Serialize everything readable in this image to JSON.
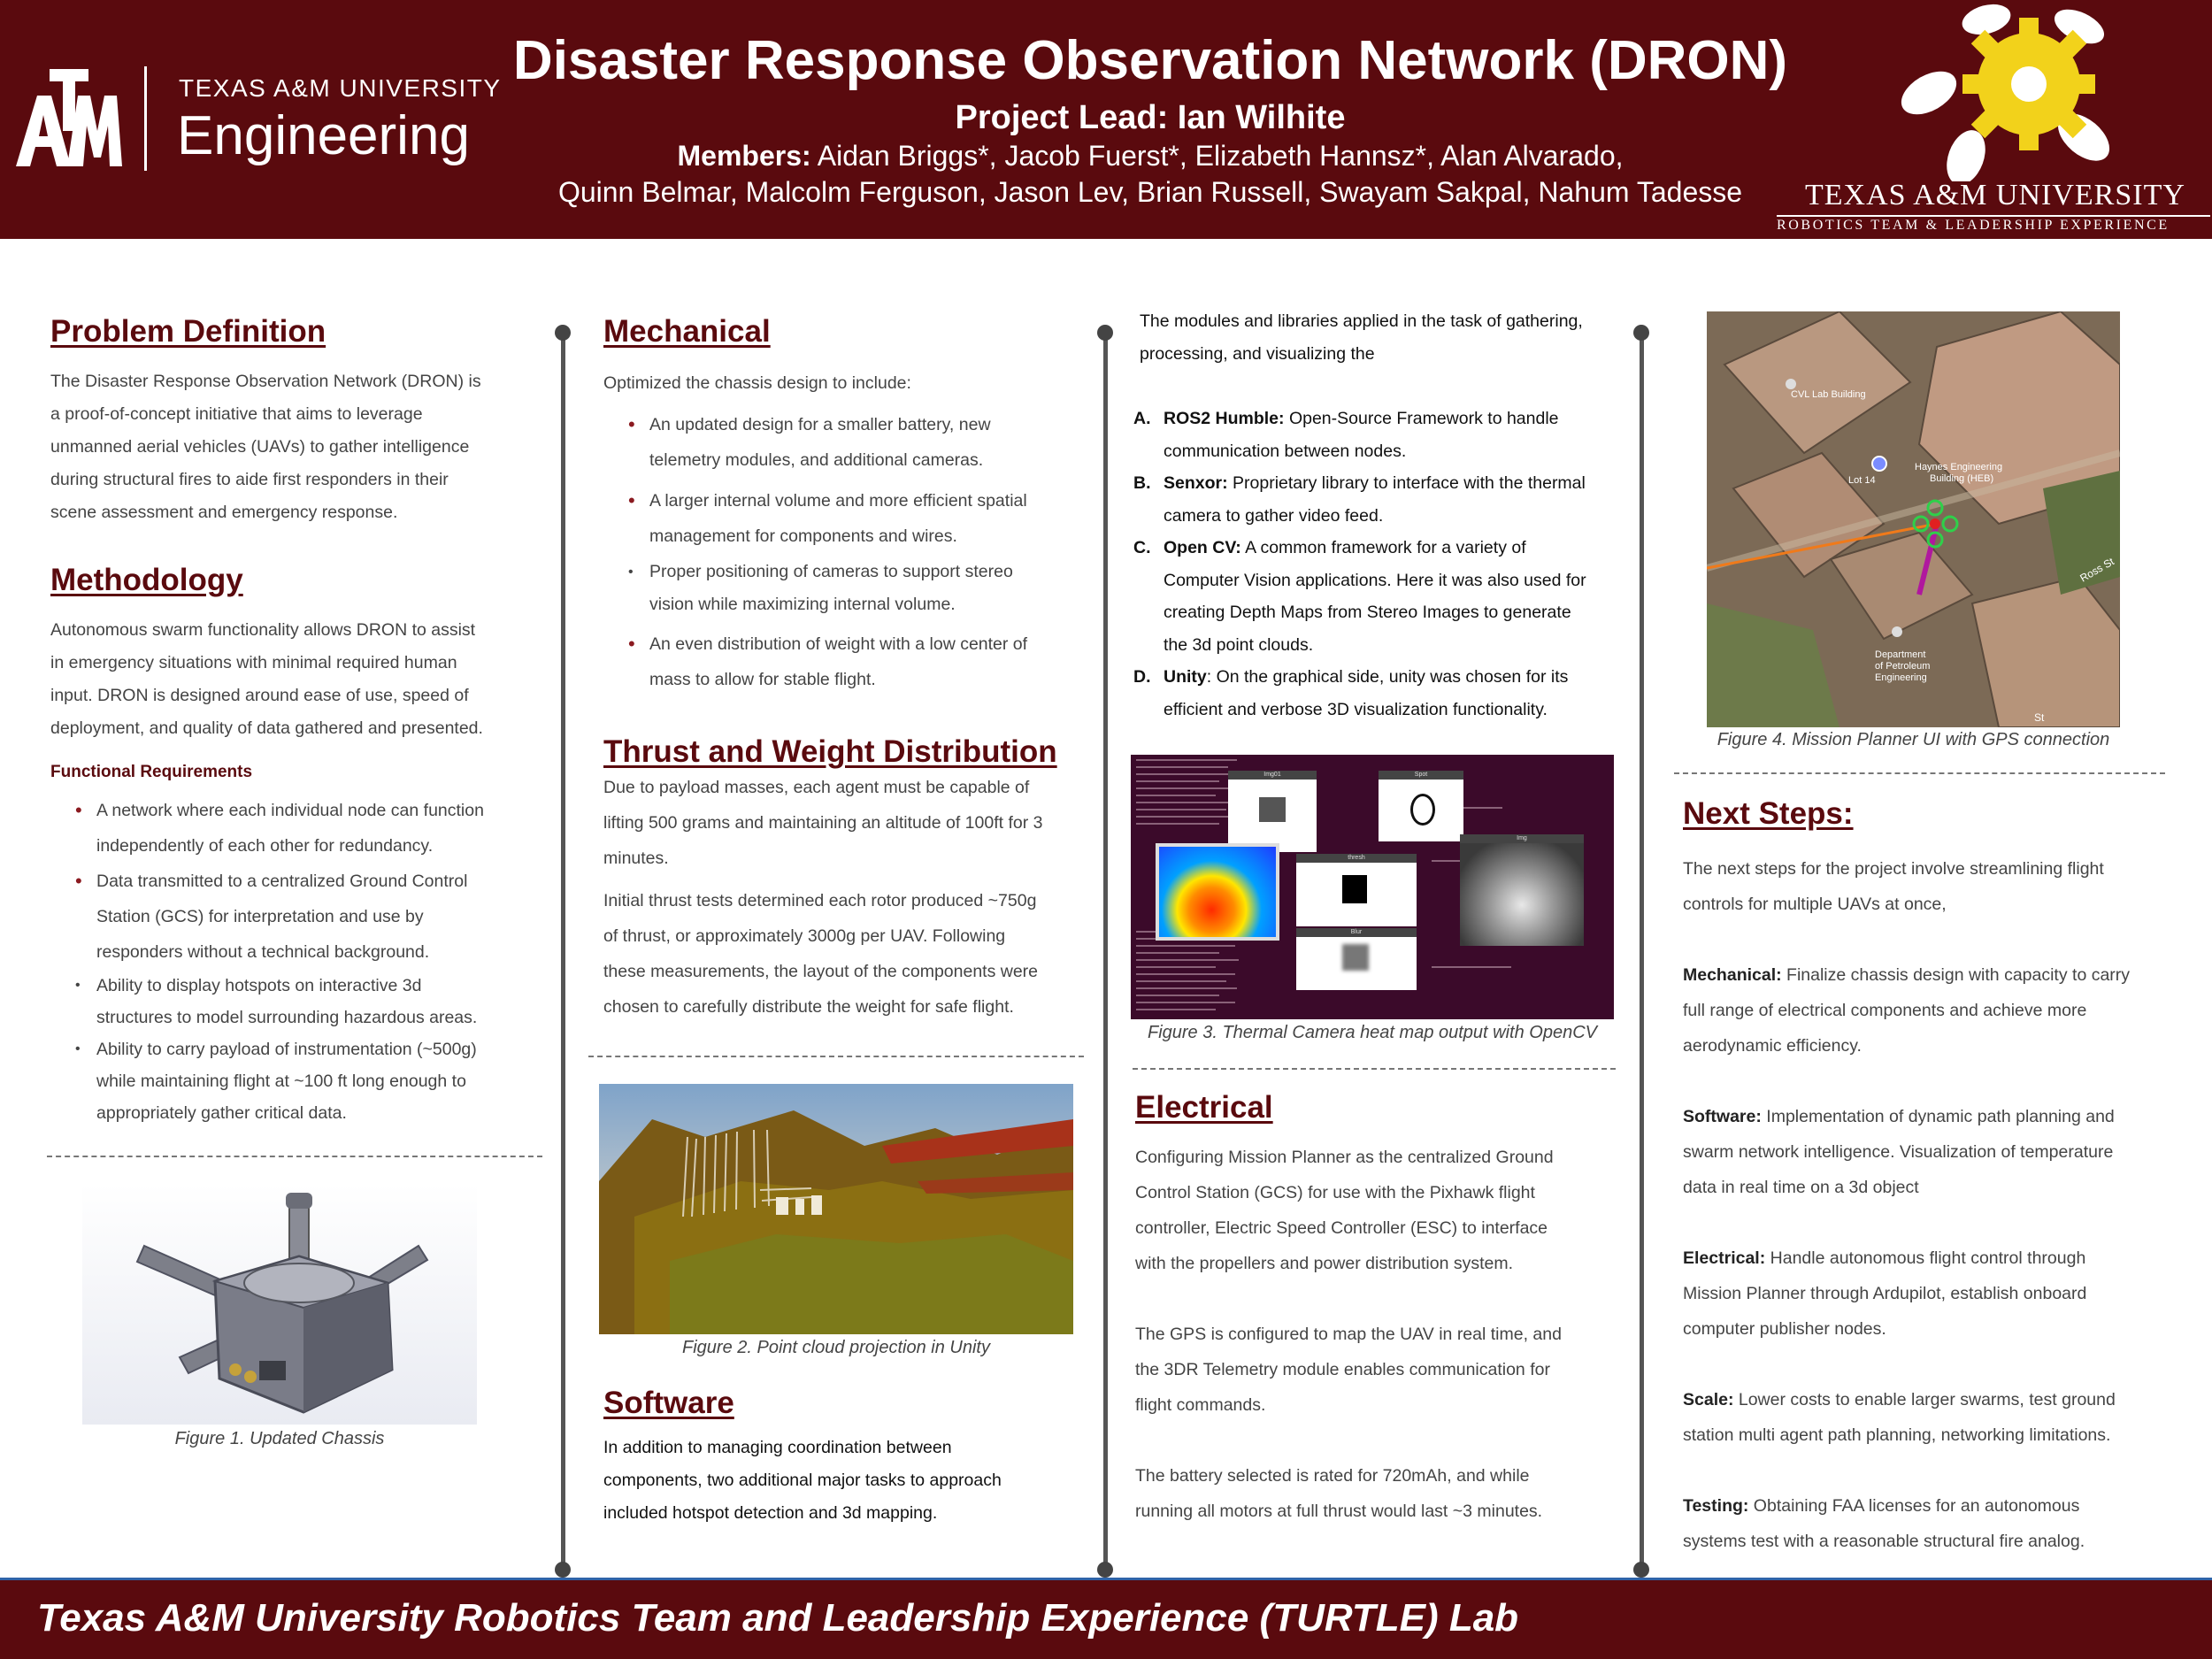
{
  "header": {
    "univ_top": "TEXAS A&M UNIVERSITY",
    "univ_sub": "Engineering",
    "title": "Disaster Response Observation Network (DRON)",
    "lead": "Project Lead: Ian Wilhite",
    "members_label": "Members:",
    "members_line1": " Aidan Briggs*, Jacob Fuerst*, Elizabeth Hannsz*, Alan Alvarado,",
    "members_line2": "Quinn Belmar, Malcolm Ferguson, Jason Lev, Brian Russell, Swayam Sakpal, Nahum Tadesse",
    "turtle_line1": "TEXAS A&M UNIVERSITY",
    "turtle_line2": "ROBOTICS TEAM & LEADERSHIP EXPERIENCE"
  },
  "col1": {
    "problem_title": "Problem Definition",
    "problem_lines": [
      "The Disaster Response Observation Network (DRON) is",
      "a proof-of-concept initiative that aims to leverage",
      "unmanned aerial vehicles (UAVs) to gather intelligence",
      "during structural fires to aide first responders in their",
      "scene assessment and emergency response."
    ],
    "method_title": "Methodology",
    "method_lines": [
      "Autonomous swarm functionality allows DRON to assist",
      "in emergency situations with minimal required human",
      "input. DRON is designed around ease of use, speed of",
      "deployment, and quality of data gathered and presented."
    ],
    "func_title": "Functional Requirements",
    "func_items": [
      [
        "A network where each individual node can function",
        "independently of each other for redundancy."
      ],
      [
        "Data transmitted to a centralized Ground Control",
        "Station (GCS) for interpretation and use by",
        "responders without a technical background."
      ],
      [
        "Ability to display hotspots on interactive 3d",
        "structures to model surrounding hazardous areas."
      ],
      [
        "Ability to carry payload of instrumentation (~500g)",
        "while maintaining flight at ~100 ft long enough to",
        "appropriately gather critical data."
      ]
    ],
    "fig1_caption": "Figure 1. Updated Chassis"
  },
  "col2": {
    "mech_title": "Mechanical",
    "mech_intro": "Optimized the chassis design to include:",
    "mech_items": [
      [
        "An updated design for a smaller battery, new",
        "telemetry modules, and additional cameras."
      ],
      [
        "A larger internal volume and more efficient spatial",
        "management for components and wires."
      ],
      [
        "Proper positioning of cameras to support stereo",
        "vision while maximizing internal volume."
      ],
      [
        "An even distribution of weight with a low center of",
        "mass to allow for stable flight."
      ]
    ],
    "thrust_title": "Thrust and Weight Distribution",
    "thrust_p1": [
      "Due to payload masses, each agent must be capable of",
      "lifting 500 grams and maintaining an altitude of 100ft for 3",
      "minutes."
    ],
    "thrust_p2": [
      "Initial thrust tests determined each rotor produced ~750g",
      "of thrust, or approximately 3000g per UAV. Following",
      "these measurements, the layout of the components were",
      "chosen to carefully distribute the weight for safe flight."
    ],
    "fig2_caption": "Figure 2. Point cloud projection in Unity",
    "software_title": "Software",
    "software_lines": [
      "In addition to managing coordination between",
      "components, two additional major tasks to approach",
      "included hotspot detection and 3d mapping."
    ]
  },
  "col3": {
    "intro_lines": [
      "The modules and libraries applied in the task of gathering,",
      "processing, and visualizing the"
    ],
    "libs": [
      {
        "letter": "A.",
        "name": "ROS2 Humble:",
        "lines": [
          "  Open-Source Framework to handle",
          "communication between nodes."
        ]
      },
      {
        "letter": "B.",
        "name": "Senxor:",
        "lines": [
          " Proprietary library to interface with the thermal",
          "camera to gather video feed."
        ]
      },
      {
        "letter": "C.",
        "name": "Open CV:",
        "lines": [
          " A common framework for a variety of",
          "Computer Vision applications. Here it was also used for",
          "creating Depth Maps from Stereo Images to generate",
          "the 3d point clouds."
        ]
      },
      {
        "letter": "D.",
        "name": "Unity",
        "lines": [
          ": On the graphical side, unity was chosen for its",
          "efficient and verbose 3D visualization functionality."
        ]
      }
    ],
    "fig3_caption": "Figure 3. Thermal Camera heat map output with OpenCV",
    "elec_title": "Electrical",
    "elec_p1": [
      "Configuring Mission Planner as the centralized Ground",
      "Control Station (GCS) for use with the Pixhawk flight",
      "controller, Electric Speed Controller (ESC) to interface",
      "with the propellers and power distribution system."
    ],
    "elec_p2": [
      "The GPS is configured to map the UAV in real time, and",
      "the 3DR Telemetry module enables communication for",
      "flight commands."
    ],
    "elec_p3": [
      "The battery selected is rated for 720mAh, and while",
      "running all motors at full thrust would last ~3 minutes."
    ]
  },
  "col4": {
    "fig4_caption": "Figure 4. Mission Planner UI with GPS connection",
    "map_labels": [
      "CVL Lab Building",
      "Lot 14",
      "Haynes Engineering",
      "Building (HEB)",
      "Ross St",
      "Department",
      "of Petroleum",
      "Engineering",
      "St"
    ],
    "next_title": "Next Steps:",
    "next_intro": [
      "The next steps for the project involve streamlining flight",
      "controls for multiple UAVs at once,"
    ],
    "next_items": [
      {
        "label": "Mechanical:",
        "lines": [
          " Finalize chassis design with capacity to carry",
          "full range of electrical components and achieve more",
          "aerodynamic efficiency."
        ]
      },
      {
        "label": "Software:",
        "lines": [
          " Implementation of dynamic path planning and",
          "swarm network intelligence. Visualization of temperature",
          "data in real time on a 3d object"
        ]
      },
      {
        "label": "Electrical:",
        "lines": [
          " Handle autonomous flight control through",
          "Mission Planner through Ardupilot, establish onboard",
          "computer publisher nodes."
        ]
      },
      {
        "label": "Scale:",
        "lines": [
          " Lower costs to enable larger swarms, test ground",
          "station multi agent path planning, networking limitations."
        ]
      },
      {
        "label": "Testing:",
        "lines": [
          " Obtaining FAA licenses for an autonomous",
          "systems test with a reasonable structural fire analog."
        ]
      }
    ]
  },
  "thermal_windows": [
    "Img01",
    "Spot",
    "thresh",
    "Blur",
    "Img"
  ],
  "footer": {
    "text": "Texas A&M University Robotics Team and Leadership Experience (TURTLE) Lab"
  },
  "colors": {
    "maroon": "#5a0a0e",
    "footer_accent": "#2f63a8"
  }
}
